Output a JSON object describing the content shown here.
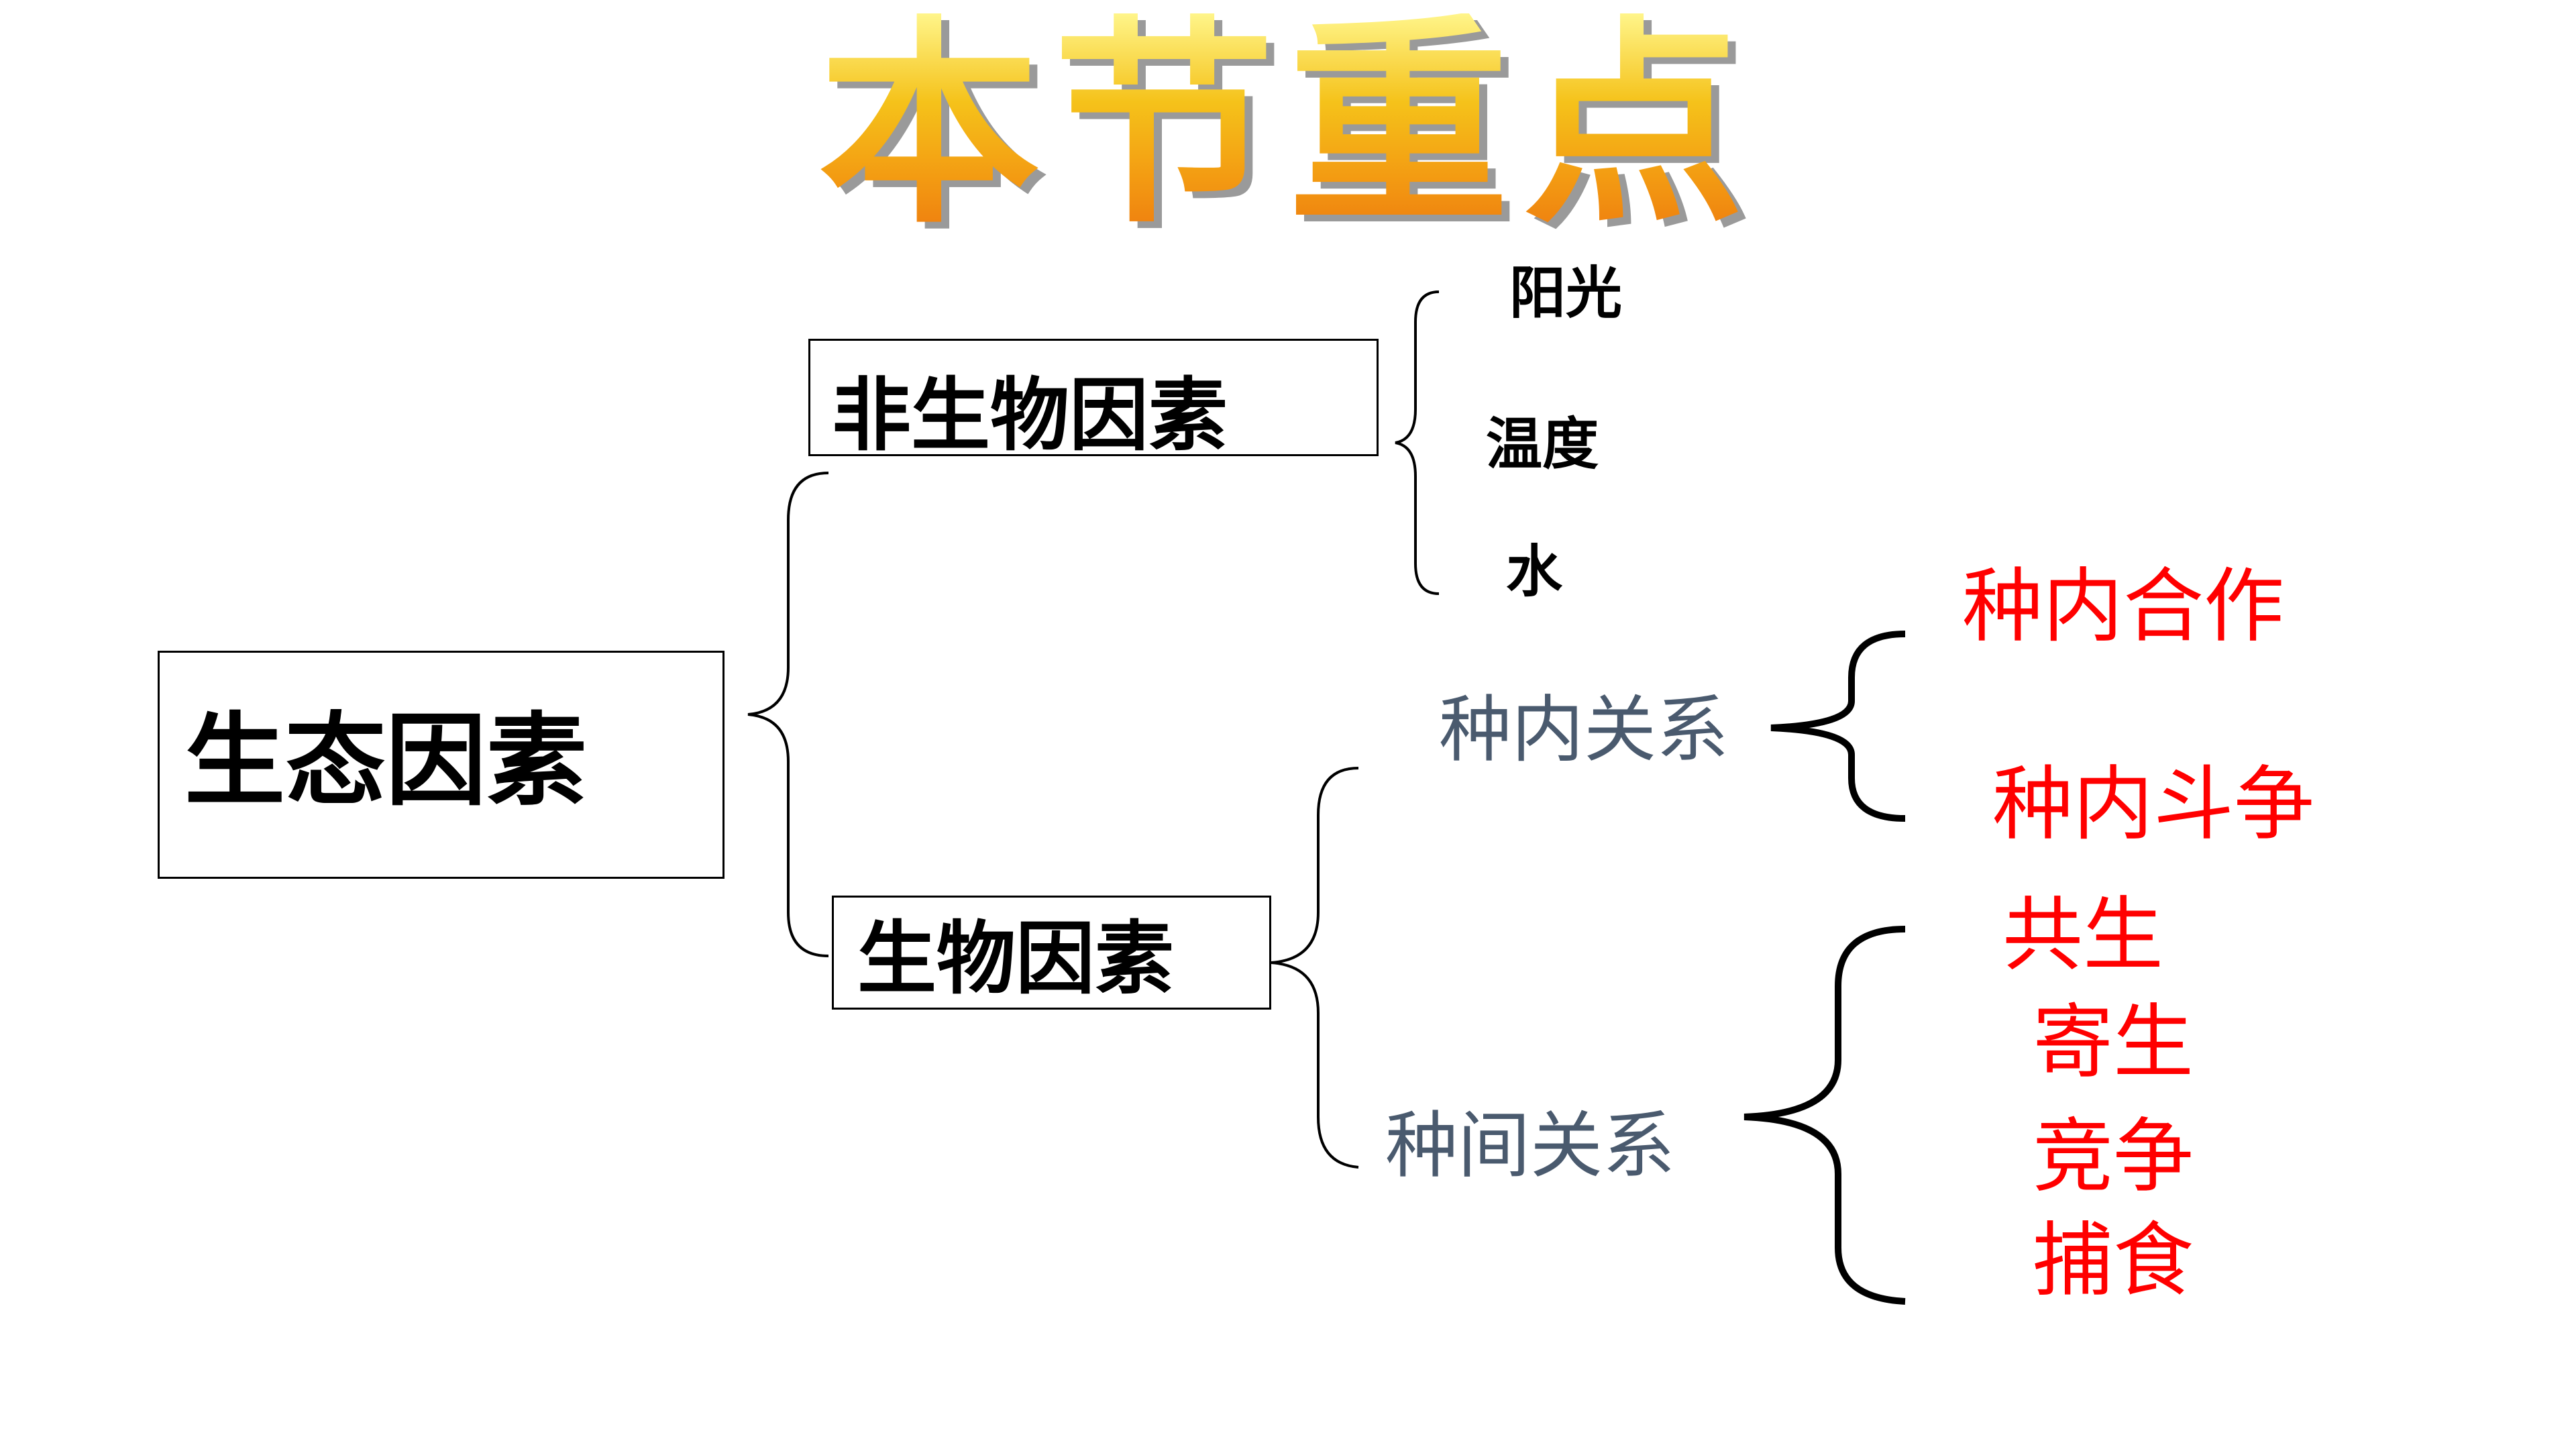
{
  "title": "本节重点",
  "root": {
    "label": "生态因素"
  },
  "abiotic": {
    "label": "非生物因素",
    "items": [
      "阳光",
      "温度",
      "水"
    ]
  },
  "biotic": {
    "label": "生物因素",
    "intra": {
      "label": "种内关系",
      "items": [
        "种内合作",
        "种内斗争"
      ]
    },
    "inter": {
      "label": "种间关系",
      "items": [
        "共生",
        "寄生",
        "竞争",
        "捕食"
      ]
    }
  },
  "colors": {
    "black": "#000000",
    "gray_label": "#4a5a6e",
    "red_label": "#ff0000"
  }
}
